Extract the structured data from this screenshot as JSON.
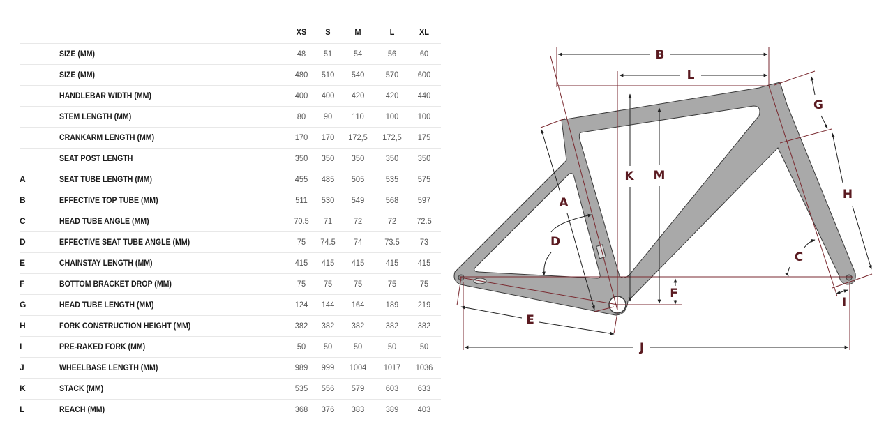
{
  "table": {
    "sizes": [
      "XS",
      "S",
      "M",
      "L",
      "XL"
    ],
    "rows": [
      {
        "letter": "",
        "label": "SIZE (MM)",
        "values": [
          "48",
          "51",
          "54",
          "56",
          "60"
        ]
      },
      {
        "letter": "",
        "label": "SIZE (MM)",
        "values": [
          "480",
          "510",
          "540",
          "570",
          "600"
        ]
      },
      {
        "letter": "",
        "label": "HANDLEBAR WIDTH (MM)",
        "values": [
          "400",
          "400",
          "420",
          "420",
          "440"
        ]
      },
      {
        "letter": "",
        "label": "STEM LENGTH (MM)",
        "values": [
          "80",
          "90",
          "110",
          "100",
          "100"
        ]
      },
      {
        "letter": "",
        "label": "CRANKARM LENGTH (MM)",
        "values": [
          "170",
          "170",
          "172,5",
          "172,5",
          "175"
        ]
      },
      {
        "letter": "",
        "label": "SEAT POST LENGTH",
        "values": [
          "350",
          "350",
          "350",
          "350",
          "350"
        ]
      },
      {
        "letter": "A",
        "label": "SEAT TUBE LENGTH (MM)",
        "values": [
          "455",
          "485",
          "505",
          "535",
          "575"
        ]
      },
      {
        "letter": "B",
        "label": "EFFECTIVE TOP TUBE (MM)",
        "values": [
          "511",
          "530",
          "549",
          "568",
          "597"
        ]
      },
      {
        "letter": "C",
        "label": "HEAD TUBE ANGLE (MM)",
        "values": [
          "70.5",
          "71",
          "72",
          "72",
          "72.5"
        ]
      },
      {
        "letter": "D",
        "label": "EFFECTIVE SEAT TUBE ANGLE (MM)",
        "values": [
          "75",
          "74.5",
          "74",
          "73.5",
          "73"
        ]
      },
      {
        "letter": "E",
        "label": "CHAINSTAY LENGTH (MM)",
        "values": [
          "415",
          "415",
          "415",
          "415",
          "415"
        ]
      },
      {
        "letter": "F",
        "label": "BOTTOM BRACKET DROP (MM)",
        "values": [
          "75",
          "75",
          "75",
          "75",
          "75"
        ]
      },
      {
        "letter": "G",
        "label": "HEAD TUBE LENGTH (MM)",
        "values": [
          "124",
          "144",
          "164",
          "189",
          "219"
        ]
      },
      {
        "letter": "H",
        "label": "FORK CONSTRUCTION HEIGHT (MM)",
        "values": [
          "382",
          "382",
          "382",
          "382",
          "382"
        ]
      },
      {
        "letter": "I",
        "label": "PRE-RAKED FORK (MM)",
        "values": [
          "50",
          "50",
          "50",
          "50",
          "50"
        ]
      },
      {
        "letter": "J",
        "label": "WHEELBASE LENGTH (MM)",
        "values": [
          "989",
          "999",
          "1004",
          "1017",
          "1036"
        ]
      },
      {
        "letter": "K",
        "label": "STACK (MM)",
        "values": [
          "535",
          "556",
          "579",
          "603",
          "633"
        ]
      },
      {
        "letter": "L",
        "label": "REACH (MM)",
        "values": [
          "368",
          "376",
          "383",
          "389",
          "403"
        ]
      }
    ]
  },
  "diagram": {
    "labels": {
      "A": "A",
      "B": "B",
      "C": "C",
      "D": "D",
      "E": "E",
      "F": "F",
      "G": "G",
      "H": "H",
      "I": "I",
      "J": "J",
      "K": "K",
      "L": "L",
      "M": "M"
    },
    "colors": {
      "frame": "#a9a9a9",
      "outline": "#3a3a3a",
      "dimension": "#7a2a30",
      "label": "#5a1a20"
    }
  }
}
